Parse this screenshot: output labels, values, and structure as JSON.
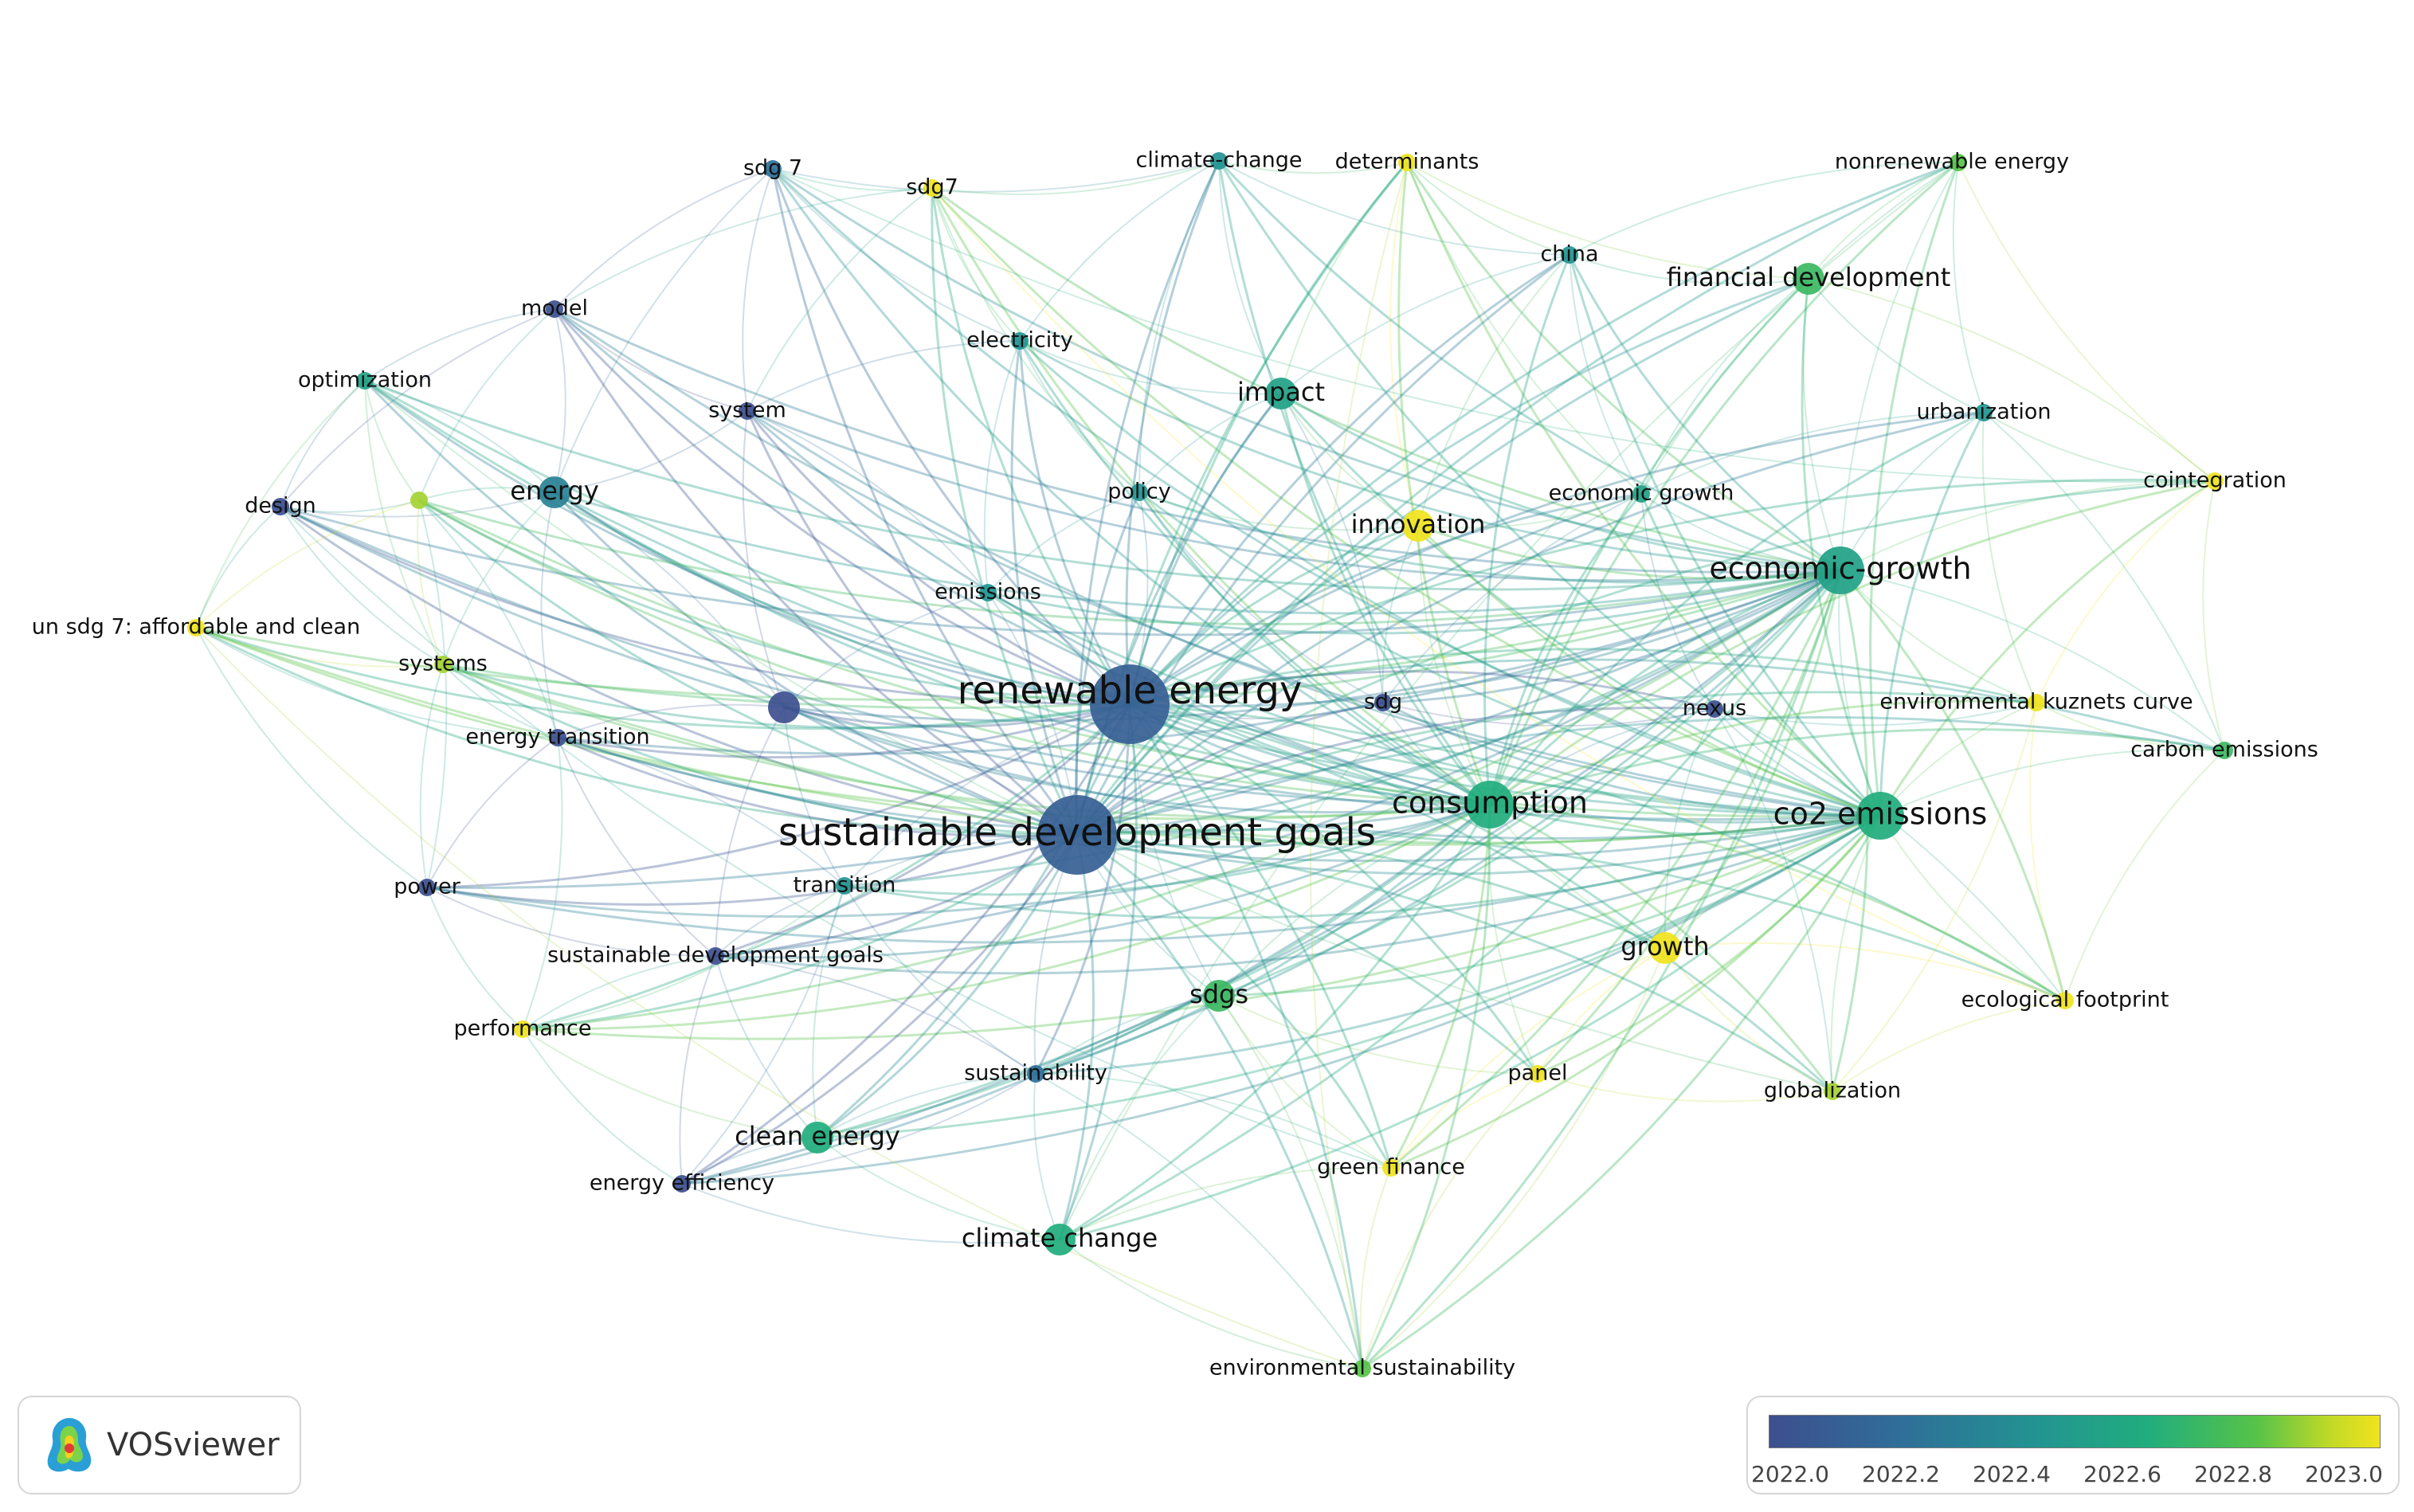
{
  "app": {
    "name": "VOSviewer",
    "logo_icon": "vosviewer-logo-icon"
  },
  "legend": {
    "ticks": [
      "2022.0",
      "2022.2",
      "2022.4",
      "2022.6",
      "2022.8",
      "2023.0"
    ],
    "colors": [
      "#3d4f8f",
      "#2f6f99",
      "#229491",
      "#21ad7d",
      "#57c348",
      "#f0e31d"
    ]
  },
  "network": {
    "nodes": [
      {
        "id": "renewable energy",
        "label": "renewable energy",
        "size": 3,
        "year": 2022.1
      },
      {
        "id": "sustainable development goals",
        "label": "sustainable development goals",
        "size": 3,
        "year": 2022.1
      },
      {
        "id": "energy",
        "label": "energy",
        "size": 1,
        "year": 2022.3
      },
      {
        "id": "sdg 7",
        "label": "sdg 7",
        "size": 0,
        "year": 2022.2
      },
      {
        "id": "sdg7",
        "label": "sdg7",
        "size": 0,
        "year": 2023.0
      },
      {
        "id": "climate-change",
        "label": "climate-change",
        "size": 0,
        "year": 2022.4
      },
      {
        "id": "determinants",
        "label": "determinants",
        "size": 0,
        "year": 2023.0
      },
      {
        "id": "nonrenewable energy",
        "label": "nonrenewable energy",
        "size": 0,
        "year": 2022.8
      },
      {
        "id": "china",
        "label": "china",
        "size": 0,
        "year": 2022.4
      },
      {
        "id": "financial development",
        "label": "financial development",
        "size": 1,
        "year": 2022.7
      },
      {
        "id": "model",
        "label": "model",
        "size": 0,
        "year": 2022.0
      },
      {
        "id": "optimization",
        "label": "optimization",
        "size": 0,
        "year": 2022.5
      },
      {
        "id": "electricity",
        "label": "electricity",
        "size": 0,
        "year": 2022.4
      },
      {
        "id": "system",
        "label": "system",
        "size": 0,
        "year": 2022.0
      },
      {
        "id": "impact",
        "label": "impact",
        "size": 1,
        "year": 2022.5
      },
      {
        "id": "urbanization",
        "label": "urbanization",
        "size": 0,
        "year": 2022.4
      },
      {
        "id": "design",
        "label": "design",
        "size": 0,
        "year": 2022.0
      },
      {
        "id": "unlabeled-1",
        "label": "",
        "size": 0,
        "year": 2022.9
      },
      {
        "id": "policy",
        "label": "policy",
        "size": 0,
        "year": 2022.4
      },
      {
        "id": "innovation",
        "label": "innovation",
        "size": 1,
        "year": 2023.0
      },
      {
        "id": "economic growth",
        "label": "economic growth",
        "size": 0,
        "year": 2022.5
      },
      {
        "id": "cointegration",
        "label": "cointegration",
        "size": 0,
        "year": 2023.0
      },
      {
        "id": "economic-growth",
        "label": "economic-growth",
        "size": 2,
        "year": 2022.5
      },
      {
        "id": "emissions",
        "label": "emissions",
        "size": 0,
        "year": 2022.4
      },
      {
        "id": "un sdg 7: affordable and clean",
        "label": "un sdg 7: affordable and clean",
        "size": 0,
        "year": 2023.0
      },
      {
        "id": "systems",
        "label": "systems",
        "size": 0,
        "year": 2022.9
      },
      {
        "id": "unlabeled-2",
        "label": "",
        "size": 1,
        "year": 2022.0
      },
      {
        "id": "sdg",
        "label": "sdg",
        "size": 0,
        "year": 2022.0
      },
      {
        "id": "nexus",
        "label": "nexus",
        "size": 0,
        "year": 2022.0
      },
      {
        "id": "environmental kuznets curve",
        "label": "environmental kuznets curve",
        "size": 0,
        "year": 2023.0
      },
      {
        "id": "carbon emissions",
        "label": "carbon emissions",
        "size": 0,
        "year": 2022.7
      },
      {
        "id": "energy transition",
        "label": "energy transition",
        "size": 0,
        "year": 2022.0
      },
      {
        "id": "consumption",
        "label": "consumption",
        "size": 2,
        "year": 2022.6
      },
      {
        "id": "co2 emissions",
        "label": "co2 emissions",
        "size": 2,
        "year": 2022.6
      },
      {
        "id": "power",
        "label": "power",
        "size": 0,
        "year": 2022.0
      },
      {
        "id": "transition",
        "label": "transition",
        "size": 0,
        "year": 2022.4
      },
      {
        "id": "sustainable development goals 2",
        "label": "sustainable development goals",
        "size": 0,
        "year": 2022.0
      },
      {
        "id": "growth",
        "label": "growth",
        "size": 1,
        "year": 2023.0
      },
      {
        "id": "sdgs",
        "label": "sdgs",
        "size": 1,
        "year": 2022.7
      },
      {
        "id": "ecological footprint",
        "label": "ecological footprint",
        "size": 0,
        "year": 2023.0
      },
      {
        "id": "performance",
        "label": "performance",
        "size": 0,
        "year": 2023.0
      },
      {
        "id": "sustainability",
        "label": "sustainability",
        "size": 0,
        "year": 2022.2
      },
      {
        "id": "panel",
        "label": "panel",
        "size": 0,
        "year": 2023.0
      },
      {
        "id": "globalization",
        "label": "globalization",
        "size": 0,
        "year": 2022.9
      },
      {
        "id": "clean energy",
        "label": "clean energy",
        "size": 1,
        "year": 2022.6
      },
      {
        "id": "energy efficiency",
        "label": "energy efficiency",
        "size": 0,
        "year": 2022.0
      },
      {
        "id": "green finance",
        "label": "green finance",
        "size": 0,
        "year": 2023.0
      },
      {
        "id": "climate change",
        "label": "climate change",
        "size": 1,
        "year": 2022.6
      },
      {
        "id": "environmental sustainability",
        "label": "environmental sustainability",
        "size": 0,
        "year": 2022.8
      }
    ]
  }
}
